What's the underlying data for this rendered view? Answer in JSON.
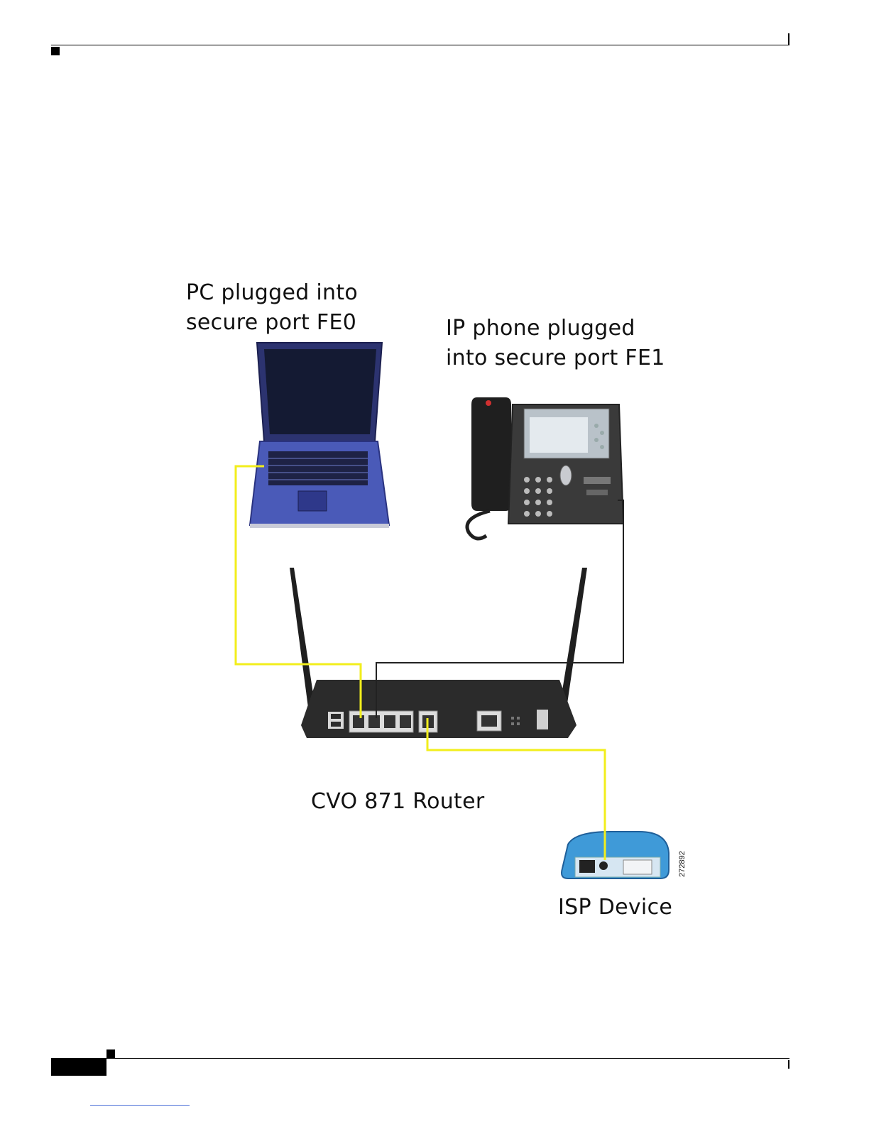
{
  "labels": {
    "pc": [
      "PC plugged into",
      "secure port FE0"
    ],
    "phone": [
      "IP phone plugged",
      "into secure port FE1"
    ],
    "router": "CVO 871 Router",
    "isp": "ISP Device"
  },
  "figure_number": "272892",
  "colors": {
    "cable_pc": "#f2ee1c",
    "cable_phone": "#222222",
    "cable_isp": "#f2ee1c",
    "laptop": "#3b4aa8",
    "router": "#2b2b2b",
    "isp_device": "#3f9ad8"
  },
  "icons": [
    "laptop-icon",
    "ip-phone-icon",
    "router-icon",
    "isp-device-icon"
  ]
}
